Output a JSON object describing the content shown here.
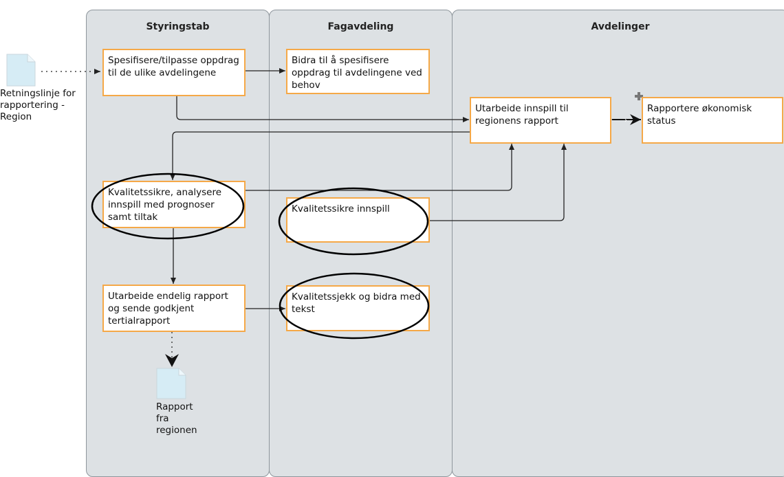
{
  "lanes": {
    "styringstab": "Styringstab",
    "fagavdeling": "Fagavdeling",
    "avdelinger": "Avdelinger"
  },
  "boxes": {
    "spesifisere": "Spesifisere/tilpasse oppdrag til de ulike avdelingene",
    "bidra": "Bidra til å spesifisere oppdrag til avdelingene ved behov",
    "utarbeide_innspill": "Utarbeide innspill til regionens rapport",
    "rapportere": "Rapportere økonomisk status",
    "kvalitetssikre_analysere": "Kvalitetssikre, analysere innspill med prognoser samt tiltak",
    "kvalitetssikre_innspill": "Kvalitetssikre innspill",
    "utarbeide_endelig": "Utarbeide endelig rapport og sende godkjent tertialrapport",
    "kvalitetssjekk": "Kvalitetssjekk og bidra med tekst"
  },
  "documents": {
    "input_label": "Retningslinje for rapportering - Region",
    "output_label": "Rapport fra regionen"
  },
  "colors": {
    "lane_bg": "#dde1e4",
    "box_border": "#f5a847",
    "document_fill": "#d6ecf5"
  }
}
